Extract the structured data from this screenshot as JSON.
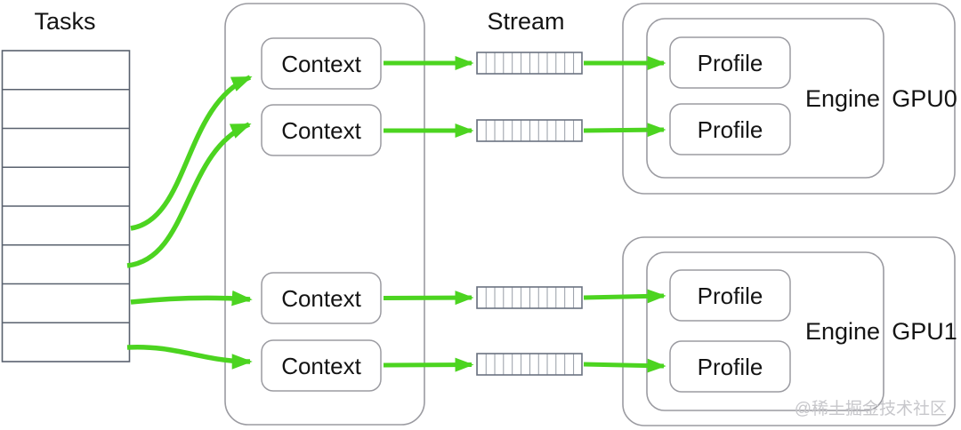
{
  "labels": {
    "tasks": "Tasks",
    "stream": "Stream",
    "context": "Context",
    "profile": "Profile",
    "engine": "Engine"
  },
  "gpus": [
    {
      "name": "GPU0"
    },
    {
      "name": "GPU1"
    }
  ],
  "watermark": "@稀土掘金技术社区",
  "colors": {
    "arrow_green": "#4cd420"
  },
  "structure": {
    "task_rows": 8,
    "context_count": 4,
    "stream_count": 4,
    "cells_per_stream": 12,
    "gpu_count": 2,
    "profiles_per_gpu": 2
  }
}
